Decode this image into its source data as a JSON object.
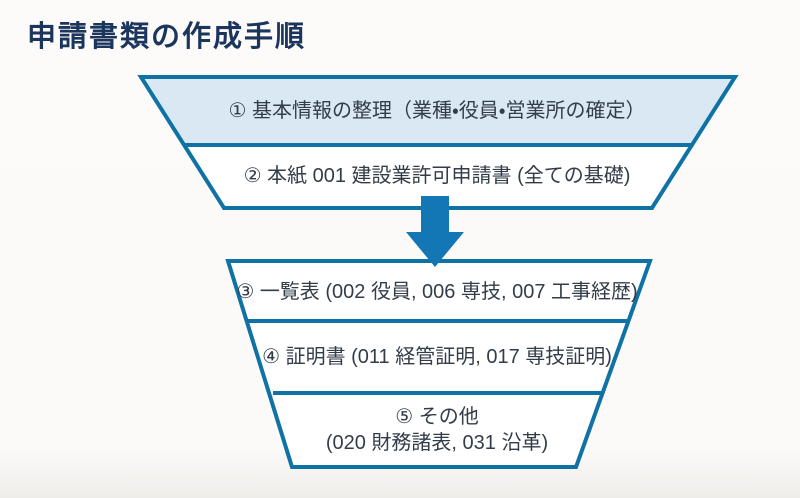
{
  "title": "申請書類の作成手順",
  "colors": {
    "background": "#fbfaf8",
    "title_text": "#1b355d",
    "body_text": "#333d49",
    "funnel_border": "#0f72a5",
    "step1_fill": "#d9e8f3",
    "step_fill": "#ffffff",
    "arrow": "#1377b5"
  },
  "funnel": {
    "steps": [
      {
        "label": "① 基本情報の整理（業種・役員・営業所の確定）"
      },
      {
        "label": "② 本紙 001 建設業許可申請書 (全ての基礎)"
      },
      {
        "label": "③ 一覧表 (002 役員, 006 専技, 007 工事経歴)"
      },
      {
        "label": "④ 証明書 (011 経管証明, 017 専技証明)"
      },
      {
        "label": "⑤ その他",
        "sublabel": "(020 財務諸表, 031 沿革)"
      }
    ],
    "arrow_icon": "down-arrow"
  }
}
